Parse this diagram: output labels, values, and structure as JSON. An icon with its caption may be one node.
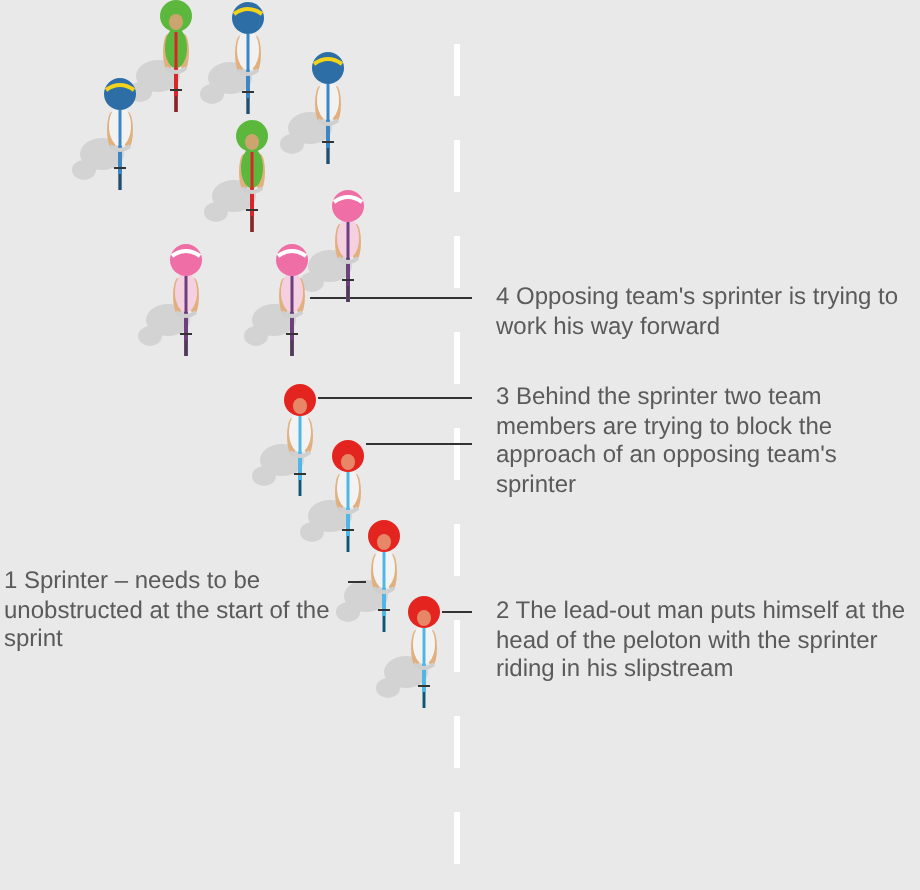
{
  "diagram": {
    "nodes": [
      {
        "text": [
          "4 Opposing team's sprinter is trying to work his way forward"
        ]
      },
      {
        "text": [
          "3 Behind the sprinter two team members are trying to block the approach of an opposing team's sprinter"
        ]
      },
      {
        "text": [
          "1 Sprinter – needs to be unobstructed at the start of the sprint"
        ]
      },
      {
        "text": [
          "2 The lead-out man puts himself at the head of the peloton with the sprinter riding in his slipstream"
        ]
      },
      {
        "text": [],
        "shape": "picture"
      },
      {
        "text": [],
        "shape": "picture"
      },
      {
        "text": [],
        "shape": "picture"
      },
      {
        "text": [],
        "shape": "picture"
      },
      {
        "text": [],
        "shape": "picture"
      },
      {
        "text": [],
        "shape": "picture"
      },
      {
        "text": [],
        "shape": "picture"
      },
      {
        "text": [],
        "shape": "picture"
      },
      {
        "text": [],
        "shape": "picture"
      },
      {
        "text": [],
        "shape": "picture"
      },
      {
        "text": [],
        "shape": "picture"
      },
      {
        "text": [],
        "shape": "picture"
      }
    ],
    "edges": [
      {
        "from": 0,
        "to": 11,
        "arrow": "none"
      },
      {
        "from": 1,
        "to": 12,
        "arrow": "none"
      },
      {
        "from": 1,
        "to": 13,
        "arrow": "none"
      },
      {
        "from": 2,
        "to": 14,
        "arrow": "none"
      },
      {
        "from": 3,
        "to": 15,
        "arrow": "none"
      }
    ]
  }
}
